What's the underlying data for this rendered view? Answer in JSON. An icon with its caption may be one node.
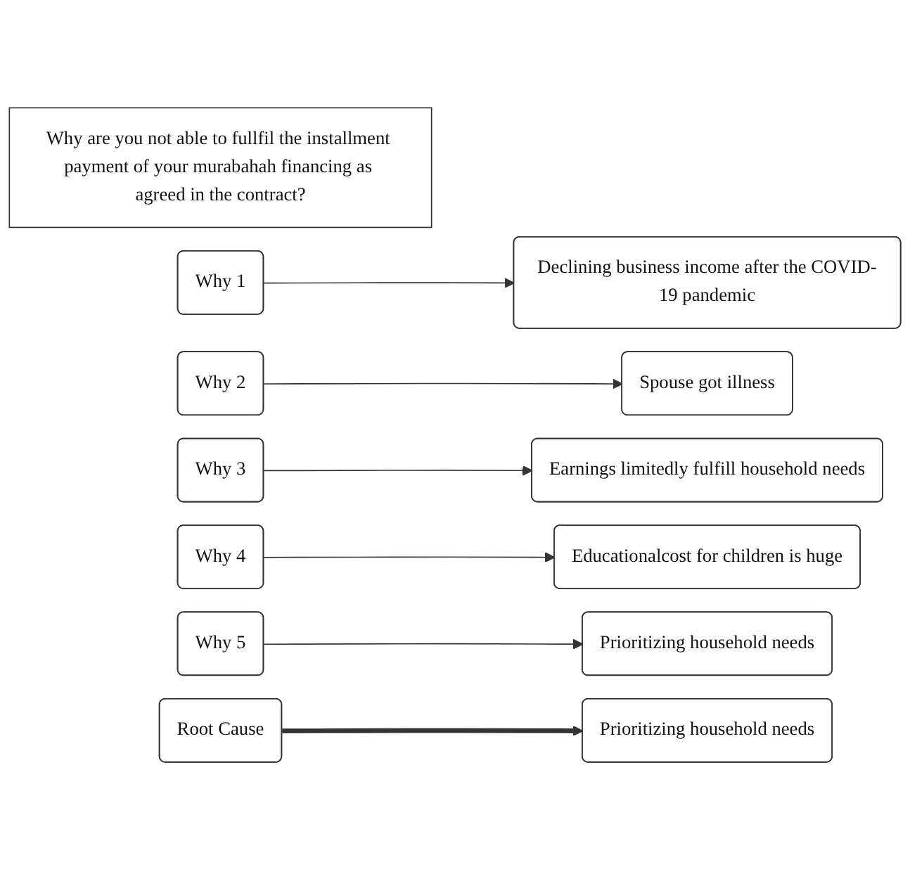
{
  "diagram": {
    "nodes": [
      {
        "text": [
          "Why are you not able to fullfil the installment payment of your murabahah financing as agreed in the contract?"
        ]
      },
      {
        "text": [
          "Why 1"
        ]
      },
      {
        "text": [
          "Declining business income after the COVID-19 pandemic"
        ]
      },
      {
        "text": [
          "Why 2"
        ]
      },
      {
        "text": [
          "Spouse got illness"
        ]
      },
      {
        "text": [
          "Why 3"
        ]
      },
      {
        "text": [
          "Earnings limitedly fulfill household needs"
        ]
      },
      {
        "text": [
          "Why 4"
        ]
      },
      {
        "text": [
          "Educationalcost for children is huge"
        ]
      },
      {
        "text": [
          "Why 5"
        ]
      },
      {
        "text": [
          "Prioritizing household needs"
        ]
      },
      {
        "text": [
          "Root Cause"
        ]
      },
      {
        "text": [
          "Prioritizing household needs"
        ]
      }
    ],
    "edges": [
      {
        "from": 1,
        "to": 2,
        "arrow": "to"
      },
      {
        "from": 3,
        "to": 4,
        "arrow": "to"
      },
      {
        "from": 5,
        "to": 6,
        "arrow": "to"
      },
      {
        "from": 7,
        "to": 8,
        "arrow": "to"
      },
      {
        "from": 9,
        "to": 10,
        "arrow": "to"
      },
      {
        "from": 11,
        "to": 12,
        "arrow": "to",
        "style": "thick"
      }
    ]
  }
}
